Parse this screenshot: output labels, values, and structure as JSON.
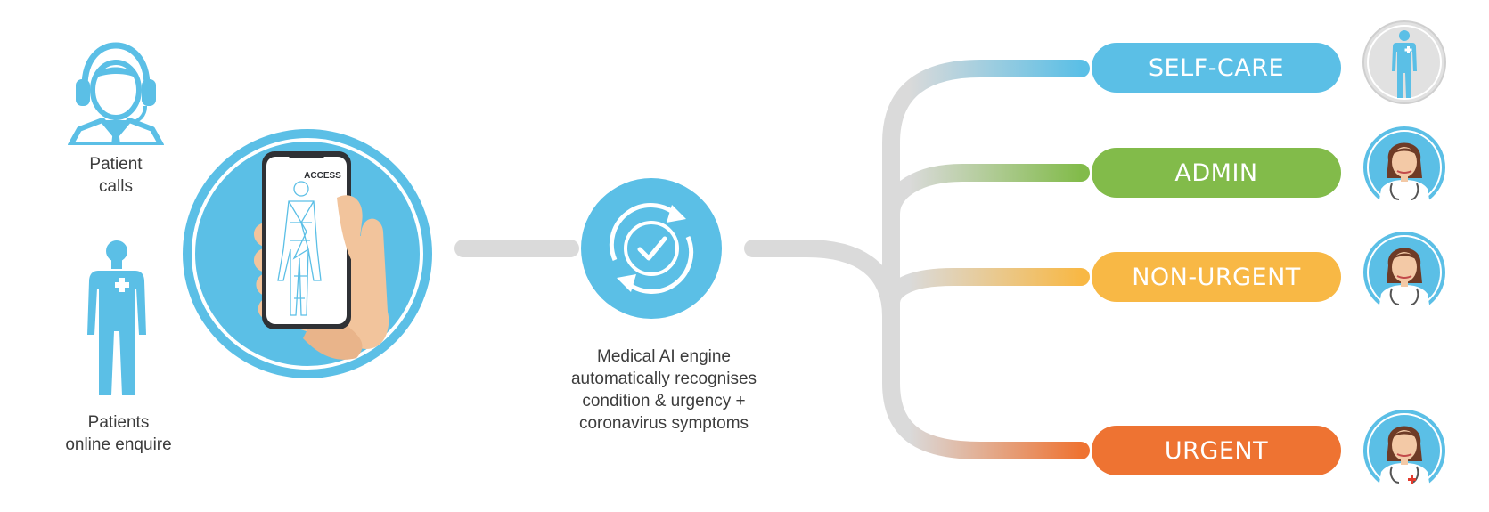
{
  "inputs": {
    "calls_label": "Patient\ncalls",
    "online_label": "Patients\nonline enquire",
    "phone_app_label": "ACCESS"
  },
  "engine": {
    "description": "Medical AI engine\nautomatically recognises\ncondition & urgency +\ncoronavirus symptoms"
  },
  "outcomes": [
    {
      "label": "SELF-CARE",
      "color": "#5bbfe6",
      "icon": "patient-body-icon"
    },
    {
      "label": "ADMIN",
      "color": "#82bb4a",
      "icon": "doctor-avatar-icon"
    },
    {
      "label": "NON-URGENT",
      "color": "#f8b845",
      "icon": "doctor-avatar-icon"
    },
    {
      "label": "URGENT",
      "color": "#ee7332",
      "icon": "doctor-avatar-icon"
    }
  ],
  "colors": {
    "accent_blue": "#5bbfe6",
    "connector_grey": "#dadada",
    "text": "#3c3c3c"
  }
}
